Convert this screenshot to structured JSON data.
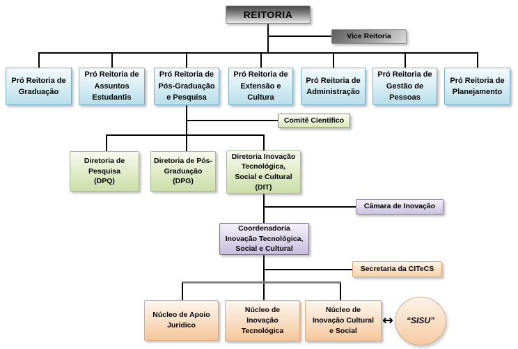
{
  "diagram": {
    "root": {
      "label": "REITORIA"
    },
    "vice": {
      "label": "Vice Reitoria"
    },
    "pro_reitorias": [
      {
        "label": "Pró Reitoria de\nGraduação"
      },
      {
        "label": "Pró Reitoria de\nAssuntos\nEstudantis"
      },
      {
        "label": "Pró Reitoria de\nPós-Graduação\ne Pesquisa"
      },
      {
        "label": "Pró Reitoria de\nExtensão e\nCultura"
      },
      {
        "label": "Pró Reitoria de\nAdministração"
      },
      {
        "label": "Pró Reitoria de\nGestão de\nPessoas"
      },
      {
        "label": "Pró Reitoria de\nPlanejamento"
      }
    ],
    "comite": {
      "label": "Comitê Cientifico"
    },
    "diretorias": [
      {
        "label": "Diretoria de\nPesquisa\n(DPQ)"
      },
      {
        "label": "Diretoria de Pós-\nGraduação\n(DPG)"
      },
      {
        "label": "Diretoria Inovação\nTecnológica,\nSocial e Cultural\n(DIT)"
      }
    ],
    "camara": {
      "label": "Câmara de Inovação"
    },
    "coordenadoria": {
      "label": "Coordenadoria\nInovação Tecnológica,\nSocial e Cultural"
    },
    "secretaria": {
      "label": "Secretaria da CITeCS"
    },
    "nucleos": [
      {
        "label": "Núcleo de Apoio\nJurídico"
      },
      {
        "label": "Núcleo de\nInovação\nTecnológica"
      },
      {
        "label": "Núcleo de\nInovação Cultural\ne Social"
      }
    ],
    "sisu": {
      "label": "“SISU”"
    },
    "arrow_glyph": "↔",
    "colors": {
      "blue_fill_top": "#f4fafc",
      "blue_fill_bottom": "#b7deea",
      "blue_border": "#74aec6",
      "green_fill_top": "#f8faf1",
      "green_fill_bottom": "#ccdfa9",
      "green_border": "#a9b895",
      "gray_dark": "#474747",
      "gray_light": "#e9e9e9",
      "purple_fill_top": "#f4f1f9",
      "purple_fill_bottom": "#c6bddc",
      "purple_border": "#6f6694",
      "orange_fill_top": "#fdf6ef",
      "orange_fill_bottom": "#f5c79c",
      "orange_border": "#dfa87a",
      "connector": "#000000",
      "thick_connector": "#7f7f7f"
    }
  }
}
